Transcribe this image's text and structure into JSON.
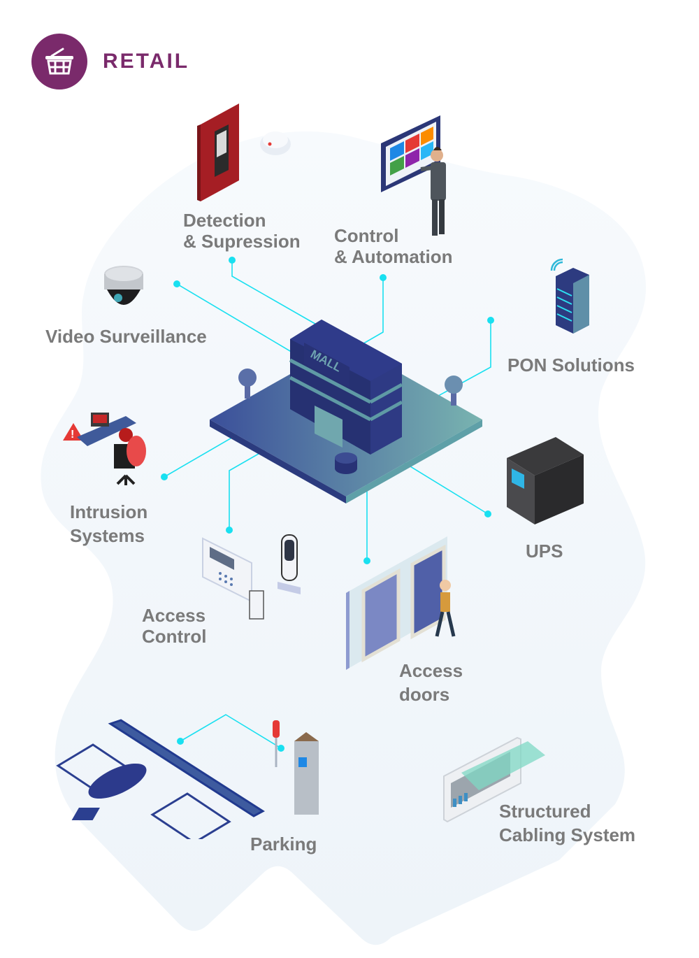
{
  "header": {
    "icon": "shopping-basket-icon",
    "title": "RETAIL"
  },
  "colors": {
    "brand": "#7a2a6b",
    "label_text": "#7a7a7a",
    "connector": "#19e0f0",
    "building": "#2e3a84",
    "background_blob": "#f2f7fb"
  },
  "hub": {
    "sign": "MALL"
  },
  "systems": [
    {
      "id": "detection",
      "lines": [
        "Detection",
        "& Supression"
      ],
      "icon": "fire-alarm-panel-icon"
    },
    {
      "id": "control",
      "lines": [
        "Control",
        "& Automation"
      ],
      "icon": "touchscreen-person-icon"
    },
    {
      "id": "video",
      "lines": [
        "Video Surveillance"
      ],
      "icon": "dome-camera-icon"
    },
    {
      "id": "pon",
      "lines": [
        "PON Solutions"
      ],
      "icon": "server-rack-wifi-icon"
    },
    {
      "id": "intrusion",
      "lines": [
        "Intrusion",
        "Systems"
      ],
      "icon": "hacker-warning-icon"
    },
    {
      "id": "ups",
      "lines": [
        "UPS"
      ],
      "icon": "ups-tower-icon"
    },
    {
      "id": "access-control",
      "lines": [
        "Access",
        "Control"
      ],
      "icon": "keypad-lock-icon"
    },
    {
      "id": "access-doors",
      "lines": [
        "Access",
        "doors"
      ],
      "icon": "sliding-doors-icon"
    },
    {
      "id": "parking",
      "lines": [
        "Parking"
      ],
      "icon": "parking-lot-icon"
    },
    {
      "id": "cabling",
      "lines": [
        "Structured",
        "Cabling System"
      ],
      "icon": "patch-panel-icon"
    }
  ]
}
